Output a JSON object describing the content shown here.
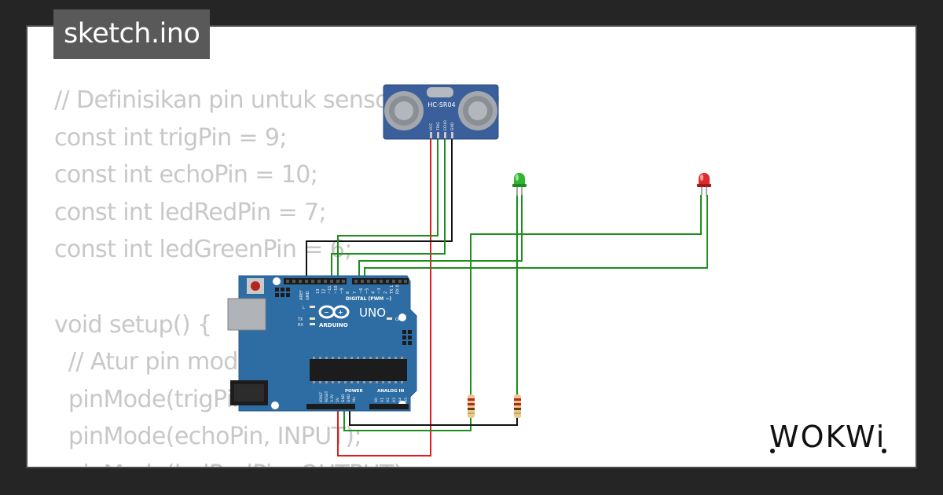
{
  "project": {
    "file_tab": "sketch.ino"
  },
  "code_lines": [
    "// Definisikan pin untuk sensor dan LED",
    "const int trigPin = 9;",
    "const int echoPin = 10;",
    "const int ledRedPin = 7;",
    "const int ledGreenPin = 6;",
    "",
    "void setup() {",
    "  // Atur pin mode",
    "  pinMode(trigPin, OUTPUT);",
    "  pinMode(echoPin, INPUT);",
    "  pinMode(ledRedPin, OUTPUT);"
  ],
  "diagram": {
    "sensor": {
      "model": "HC-SR04",
      "pins": [
        "VCC",
        "TRIG",
        "ECHO",
        "GND"
      ]
    },
    "board": {
      "brand": "ARDUINO",
      "model": "UNO",
      "digital_header_label": "DIGITAL (PWM ~)",
      "power_label": "POWER",
      "analog_label": "ANALOG IN",
      "on_label": "ON",
      "tx_label": "TX",
      "rx_label": "RX",
      "l_label": "L",
      "aref_label": "AREF",
      "gnd_label": "GND",
      "digital_pins": [
        "13",
        "12",
        "~11",
        "~10",
        "~9",
        "8",
        "7",
        "~6",
        "~5",
        "4",
        "~3",
        "2",
        "TX 1",
        "RX 0"
      ],
      "power_pins": [
        "IOREF",
        "RESET",
        "3.3V",
        "5V",
        "GND",
        "GND",
        "Vin"
      ],
      "analog_pins": [
        "A0",
        "A1",
        "A2",
        "A3",
        "A4",
        "A5"
      ]
    },
    "leds": [
      {
        "color": "green",
        "hex": "#2fb52f"
      },
      {
        "color": "red",
        "hex": "#e02a2a"
      }
    ],
    "wire_colors": {
      "power": "#e01b1b",
      "ground": "#111111",
      "signal": "#1a8f1a"
    }
  },
  "brand_logo": {
    "text": "WOKWi"
  }
}
